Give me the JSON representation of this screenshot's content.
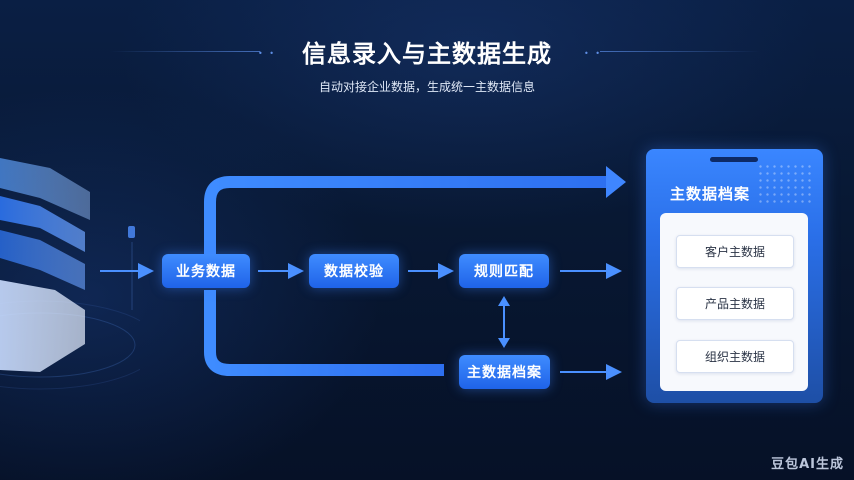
{
  "header": {
    "title": "信息录入与主数据生成",
    "subtitle": "自动对接企业数据，生成统一主数据信息"
  },
  "flow": {
    "nodes": {
      "business_data": "业务数据",
      "data_validation": "数据校验",
      "rule_matching": "规则匹配",
      "master_archive": "主数据档案"
    }
  },
  "panel": {
    "title": "主数据档案",
    "items": [
      "客户主数据",
      "产品主数据",
      "组织主数据"
    ]
  },
  "watermark": "豆包AI生成",
  "colors": {
    "background": "#07152e",
    "accent": "#2f7bff",
    "node": "#2a72f5",
    "arrow": "#4a90ff",
    "panel_inner": "#f7f9fd"
  }
}
